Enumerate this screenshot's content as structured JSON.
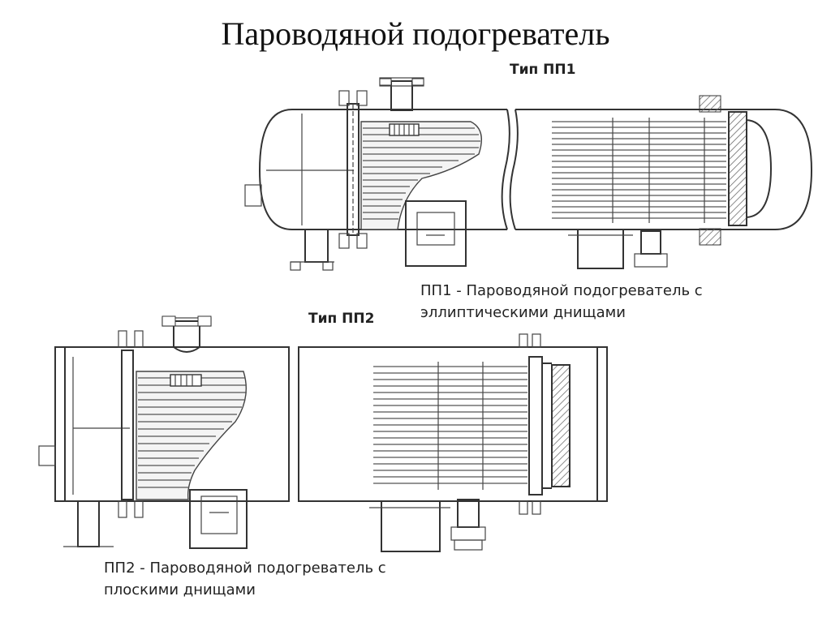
{
  "title": "Пароводяной подогреватель",
  "pp1": {
    "type_label": "Тип ПП1",
    "caption_line1": "ПП1 - Пароводяной подогреватель с",
    "caption_line2": "эллиптическими днищами"
  },
  "pp2": {
    "type_label": "Тип ПП2",
    "caption_line1": "ПП2 - Пароводяной подогреватель с",
    "caption_line2": "плоскими днищами"
  },
  "colors": {
    "line": "#333333",
    "hatch": "#666666",
    "background": "#ffffff"
  }
}
